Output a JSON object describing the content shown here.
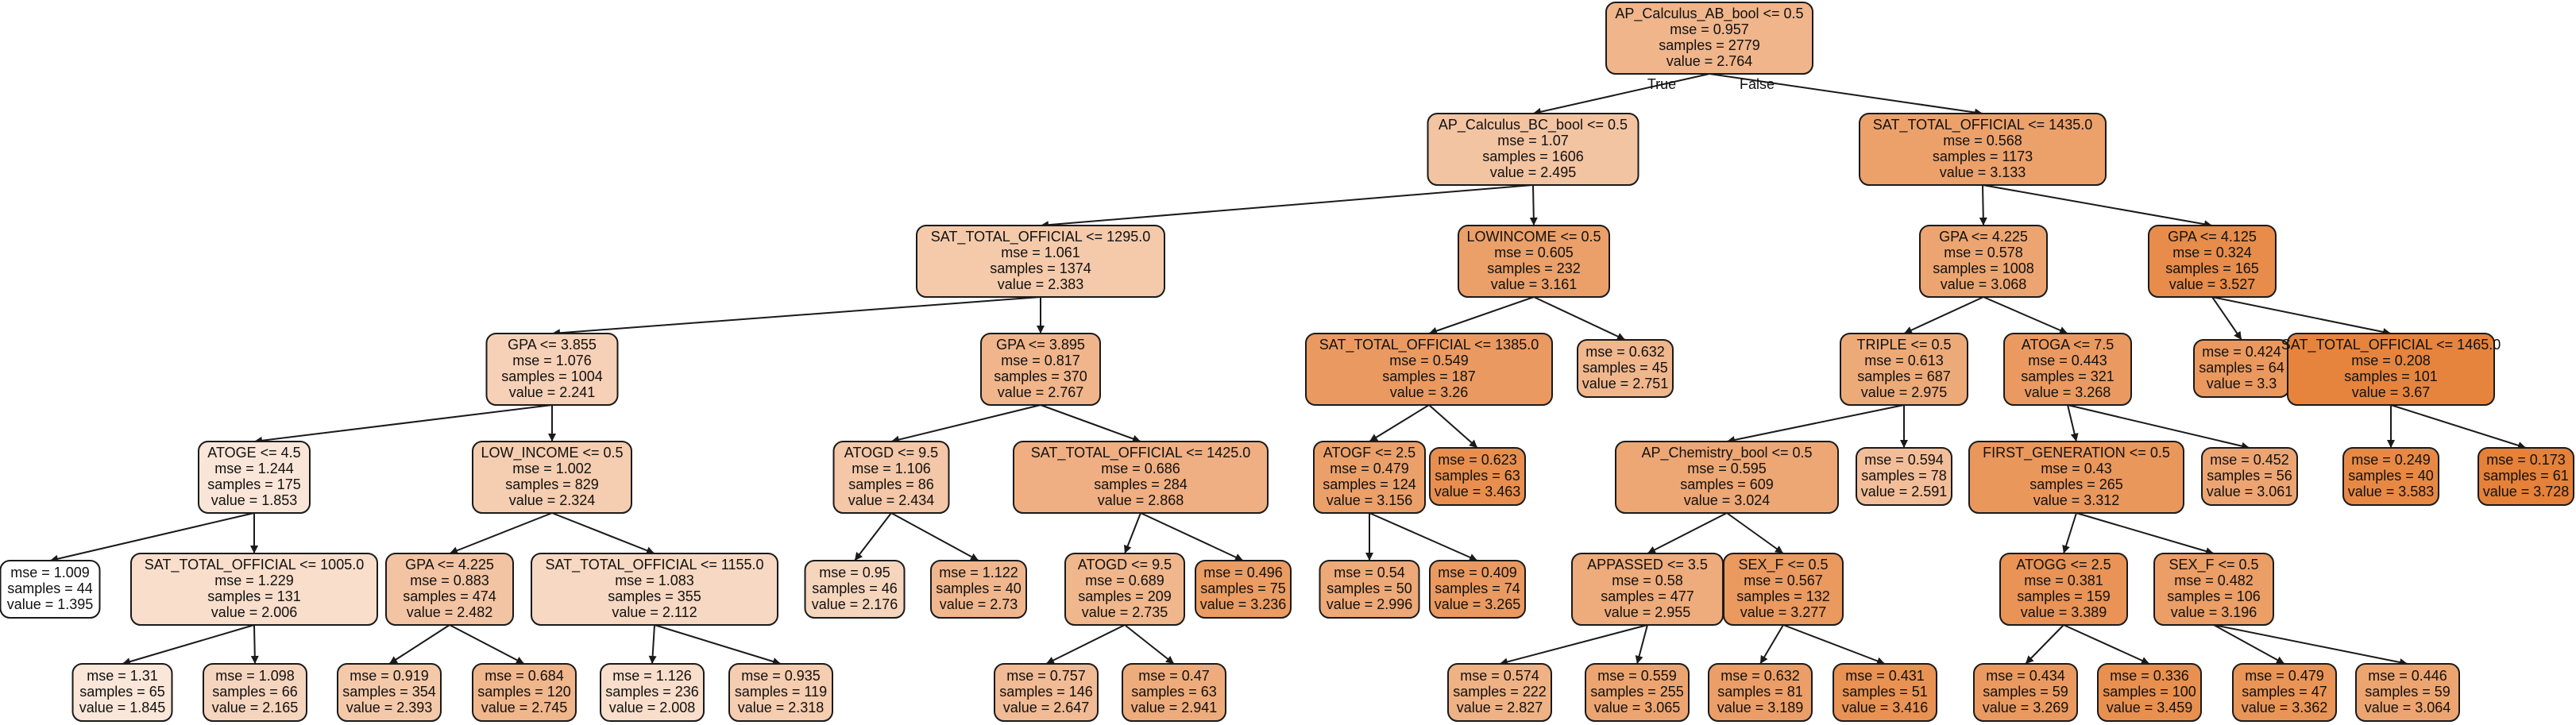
{
  "diagram": {
    "type": "decision-tree",
    "branch_labels": {
      "true": "True",
      "false": "False"
    },
    "colors": {
      "low_value": "#ffffff",
      "high_value": "#e58139",
      "border": "#1a1a1a"
    },
    "nodes": [
      {
        "id": "n0",
        "lines": [
          "AP_Calculus_AB_bool <= 0.5",
          "mse = 0.957",
          "samples = 2779",
          "value = 2.764"
        ],
        "value": 2.764
      },
      {
        "id": "n1",
        "parent": "n0",
        "branch": "True",
        "lines": [
          "AP_Calculus_BC_bool <= 0.5",
          "mse = 1.07",
          "samples = 1606",
          "value = 2.495"
        ],
        "value": 2.495
      },
      {
        "id": "n2",
        "parent": "n0",
        "branch": "False",
        "lines": [
          "SAT_TOTAL_OFFICIAL <= 1435.0",
          "mse = 0.568",
          "samples = 1173",
          "value = 3.133"
        ],
        "value": 3.133
      },
      {
        "id": "n3",
        "parent": "n1",
        "lines": [
          "SAT_TOTAL_OFFICIAL <= 1295.0",
          "mse = 1.061",
          "samples = 1374",
          "value = 2.383"
        ],
        "value": 2.383
      },
      {
        "id": "n4",
        "parent": "n1",
        "lines": [
          "LOWINCOME <= 0.5",
          "mse = 0.605",
          "samples = 232",
          "value = 3.161"
        ],
        "value": 3.161
      },
      {
        "id": "n5",
        "parent": "n2",
        "lines": [
          "GPA <= 4.225",
          "mse = 0.578",
          "samples = 1008",
          "value = 3.068"
        ],
        "value": 3.068
      },
      {
        "id": "n6",
        "parent": "n2",
        "lines": [
          "GPA <= 4.125",
          "mse = 0.324",
          "samples = 165",
          "value = 3.527"
        ],
        "value": 3.527
      },
      {
        "id": "n7",
        "parent": "n3",
        "lines": [
          "GPA <= 3.855",
          "mse = 1.076",
          "samples = 1004",
          "value = 2.241"
        ],
        "value": 2.241
      },
      {
        "id": "n8",
        "parent": "n3",
        "lines": [
          "GPA <= 3.895",
          "mse = 0.817",
          "samples = 370",
          "value = 2.767"
        ],
        "value": 2.767
      },
      {
        "id": "n9",
        "parent": "n4",
        "lines": [
          "SAT_TOTAL_OFFICIAL <= 1385.0",
          "mse = 0.549",
          "samples = 187",
          "value = 3.26"
        ],
        "value": 3.26
      },
      {
        "id": "n10",
        "parent": "n4",
        "lines": [
          "mse = 0.632",
          "samples = 45",
          "value = 2.751"
        ],
        "value": 2.751
      },
      {
        "id": "n11",
        "parent": "n5",
        "lines": [
          "TRIPLE <= 0.5",
          "mse = 0.613",
          "samples = 687",
          "value = 2.975"
        ],
        "value": 2.975
      },
      {
        "id": "n12",
        "parent": "n5",
        "lines": [
          "ATOGA <= 7.5",
          "mse = 0.443",
          "samples = 321",
          "value = 3.268"
        ],
        "value": 3.268
      },
      {
        "id": "n13",
        "parent": "n6",
        "lines": [
          "mse = 0.424",
          "samples = 64",
          "value = 3.3"
        ],
        "value": 3.3
      },
      {
        "id": "n14",
        "parent": "n6",
        "lines": [
          "SAT_TOTAL_OFFICIAL <= 1465.0",
          "mse = 0.208",
          "samples = 101",
          "value = 3.67"
        ],
        "value": 3.67
      },
      {
        "id": "n15",
        "parent": "n7",
        "lines": [
          "ATOGE <= 4.5",
          "mse = 1.244",
          "samples = 175",
          "value = 1.853"
        ],
        "value": 1.853
      },
      {
        "id": "n16",
        "parent": "n7",
        "lines": [
          "LOW_INCOME <= 0.5",
          "mse = 1.002",
          "samples = 829",
          "value = 2.324"
        ],
        "value": 2.324
      },
      {
        "id": "n17",
        "parent": "n8",
        "lines": [
          "ATOGD <= 9.5",
          "mse = 1.106",
          "samples = 86",
          "value = 2.434"
        ],
        "value": 2.434
      },
      {
        "id": "n18",
        "parent": "n8",
        "lines": [
          "SAT_TOTAL_OFFICIAL <= 1425.0",
          "mse = 0.686",
          "samples = 284",
          "value = 2.868"
        ],
        "value": 2.868
      },
      {
        "id": "n19",
        "parent": "n9",
        "lines": [
          "ATOGF <= 2.5",
          "mse = 0.479",
          "samples = 124",
          "value = 3.156"
        ],
        "value": 3.156
      },
      {
        "id": "n20",
        "parent": "n9",
        "lines": [
          "mse = 0.623",
          "samples = 63",
          "value = 3.463"
        ],
        "value": 3.463
      },
      {
        "id": "n21",
        "parent": "n11",
        "lines": [
          "AP_Chemistry_bool <= 0.5",
          "mse = 0.595",
          "samples = 609",
          "value = 3.024"
        ],
        "value": 3.024
      },
      {
        "id": "n22",
        "parent": "n11",
        "lines": [
          "mse = 0.594",
          "samples = 78",
          "value = 2.591"
        ],
        "value": 2.591
      },
      {
        "id": "n23",
        "parent": "n12",
        "lines": [
          "FIRST_GENERATION <= 0.5",
          "mse = 0.43",
          "samples = 265",
          "value = 3.312"
        ],
        "value": 3.312
      },
      {
        "id": "n24",
        "parent": "n12",
        "lines": [
          "mse = 0.452",
          "samples = 56",
          "value = 3.061"
        ],
        "value": 3.061
      },
      {
        "id": "n25",
        "parent": "n14",
        "lines": [
          "mse = 0.249",
          "samples = 40",
          "value = 3.583"
        ],
        "value": 3.583
      },
      {
        "id": "n26",
        "parent": "n14",
        "lines": [
          "mse = 0.173",
          "samples = 61",
          "value = 3.728"
        ],
        "value": 3.728
      },
      {
        "id": "n27",
        "parent": "n15",
        "lines": [
          "mse = 1.009",
          "samples = 44",
          "value = 1.395"
        ],
        "value": 1.395
      },
      {
        "id": "n28",
        "parent": "n15",
        "lines": [
          "SAT_TOTAL_OFFICIAL <= 1005.0",
          "mse = 1.229",
          "samples = 131",
          "value = 2.006"
        ],
        "value": 2.006
      },
      {
        "id": "n29",
        "parent": "n16",
        "lines": [
          "GPA <= 4.225",
          "mse = 0.883",
          "samples = 474",
          "value = 2.482"
        ],
        "value": 2.482
      },
      {
        "id": "n30",
        "parent": "n16",
        "lines": [
          "SAT_TOTAL_OFFICIAL <= 1155.0",
          "mse = 1.083",
          "samples = 355",
          "value = 2.112"
        ],
        "value": 2.112
      },
      {
        "id": "n31",
        "parent": "n17",
        "lines": [
          "mse = 0.95",
          "samples = 46",
          "value = 2.176"
        ],
        "value": 2.176
      },
      {
        "id": "n32",
        "parent": "n17",
        "lines": [
          "mse = 1.122",
          "samples = 40",
          "value = 2.73"
        ],
        "value": 2.73
      },
      {
        "id": "n33",
        "parent": "n18",
        "lines": [
          "ATOGD <= 9.5",
          "mse = 0.689",
          "samples = 209",
          "value = 2.735"
        ],
        "value": 2.735
      },
      {
        "id": "n34",
        "parent": "n18",
        "lines": [
          "mse = 0.496",
          "samples = 75",
          "value = 3.236"
        ],
        "value": 3.236
      },
      {
        "id": "n35",
        "parent": "n19",
        "lines": [
          "mse = 0.54",
          "samples = 50",
          "value = 2.996"
        ],
        "value": 2.996
      },
      {
        "id": "n36",
        "parent": "n19",
        "lines": [
          "mse = 0.409",
          "samples = 74",
          "value = 3.265"
        ],
        "value": 3.265
      },
      {
        "id": "n37",
        "parent": "n21",
        "lines": [
          "APPASSED <= 3.5",
          "mse = 0.58",
          "samples = 477",
          "value = 2.955"
        ],
        "value": 2.955
      },
      {
        "id": "n38",
        "parent": "n21",
        "lines": [
          "SEX_F <= 0.5",
          "mse = 0.567",
          "samples = 132",
          "value = 3.277"
        ],
        "value": 3.277
      },
      {
        "id": "n39",
        "parent": "n23",
        "lines": [
          "ATOGG <= 2.5",
          "mse = 0.381",
          "samples = 159",
          "value = 3.389"
        ],
        "value": 3.389
      },
      {
        "id": "n40",
        "parent": "n23",
        "lines": [
          "SEX_F <= 0.5",
          "mse = 0.482",
          "samples = 106",
          "value = 3.196"
        ],
        "value": 3.196
      },
      {
        "id": "n41",
        "parent": "n28",
        "lines": [
          "mse = 1.31",
          "samples = 65",
          "value = 1.845"
        ],
        "value": 1.845
      },
      {
        "id": "n42",
        "parent": "n28",
        "lines": [
          "mse = 1.098",
          "samples = 66",
          "value = 2.165"
        ],
        "value": 2.165
      },
      {
        "id": "n43",
        "parent": "n29",
        "lines": [
          "mse = 0.919",
          "samples = 354",
          "value = 2.393"
        ],
        "value": 2.393
      },
      {
        "id": "n44",
        "parent": "n29",
        "lines": [
          "mse = 0.684",
          "samples = 120",
          "value = 2.745"
        ],
        "value": 2.745
      },
      {
        "id": "n45",
        "parent": "n30",
        "lines": [
          "mse = 1.126",
          "samples = 236",
          "value = 2.008"
        ],
        "value": 2.008
      },
      {
        "id": "n46",
        "parent": "n30",
        "lines": [
          "mse = 0.935",
          "samples = 119",
          "value = 2.318"
        ],
        "value": 2.318
      },
      {
        "id": "n47",
        "parent": "n33",
        "lines": [
          "mse = 0.757",
          "samples = 146",
          "value = 2.647"
        ],
        "value": 2.647
      },
      {
        "id": "n48",
        "parent": "n33",
        "lines": [
          "mse = 0.47",
          "samples = 63",
          "value = 2.941"
        ],
        "value": 2.941
      },
      {
        "id": "n49",
        "parent": "n37",
        "lines": [
          "mse = 0.574",
          "samples = 222",
          "value = 2.827"
        ],
        "value": 2.827
      },
      {
        "id": "n50",
        "parent": "n37",
        "lines": [
          "mse = 0.559",
          "samples = 255",
          "value = 3.065"
        ],
        "value": 3.065
      },
      {
        "id": "n51",
        "parent": "n38",
        "lines": [
          "mse = 0.632",
          "samples = 81",
          "value = 3.189"
        ],
        "value": 3.189
      },
      {
        "id": "n52",
        "parent": "n38",
        "lines": [
          "mse = 0.431",
          "samples = 51",
          "value = 3.416"
        ],
        "value": 3.416
      },
      {
        "id": "n53",
        "parent": "n39",
        "lines": [
          "mse = 0.434",
          "samples = 59",
          "value = 3.269"
        ],
        "value": 3.269
      },
      {
        "id": "n54",
        "parent": "n39",
        "lines": [
          "mse = 0.336",
          "samples = 100",
          "value = 3.459"
        ],
        "value": 3.459
      },
      {
        "id": "n55",
        "parent": "n40",
        "lines": [
          "mse = 0.479",
          "samples = 47",
          "value = 3.362"
        ],
        "value": 3.362
      },
      {
        "id": "n56",
        "parent": "n40",
        "lines": [
          "mse = 0.446",
          "samples = 59",
          "value = 3.064"
        ],
        "value": 3.064
      }
    ]
  }
}
